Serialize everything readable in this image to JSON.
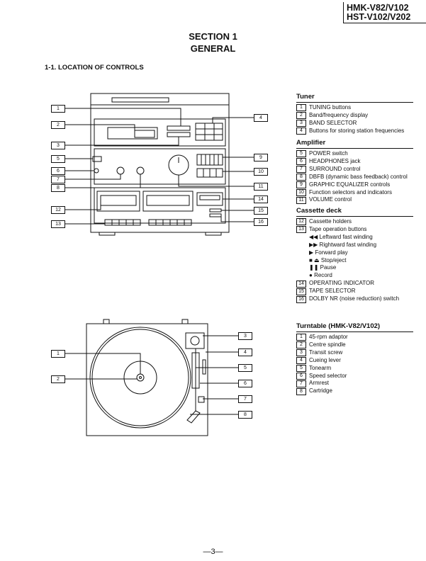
{
  "model": {
    "line1": "HMK-V82/V102",
    "line2": "HST-V102/V202"
  },
  "section": {
    "number": "SECTION 1",
    "title": "GENERAL"
  },
  "subheading": "1-1.  LOCATION OF CONTROLS",
  "tuner": {
    "title": "Tuner",
    "items": [
      {
        "n": "1",
        "t": "TUNING buttons"
      },
      {
        "n": "2",
        "t": "Band/frequency display"
      },
      {
        "n": "3",
        "t": "BAND SELECTOR"
      },
      {
        "n": "4",
        "t": "Buttons for storing station frequencies"
      }
    ]
  },
  "amplifier": {
    "title": "Amplifier",
    "items": [
      {
        "n": "5",
        "t": "POWER switch"
      },
      {
        "n": "6",
        "t": "HEADPHONES jack"
      },
      {
        "n": "7",
        "t": "SURROUND control"
      },
      {
        "n": "8",
        "t": "DBFB (dynamic bass feedback) control"
      },
      {
        "n": "9",
        "t": "GRAPHIC EQUALIZER controls"
      },
      {
        "n": "10",
        "t": "Function selectors and indicators"
      },
      {
        "n": "11",
        "t": "VOLUME control"
      }
    ]
  },
  "cassette": {
    "title": "Cassette deck",
    "items_a": [
      {
        "n": "12",
        "t": "Cassette holders"
      },
      {
        "n": "13",
        "t": "Tape operation buttons"
      }
    ],
    "sub": [
      {
        "sym": "◀◀",
        "t": "Leftward fast winding"
      },
      {
        "sym": "▶▶",
        "t": "Rightward fast winding"
      },
      {
        "sym": "▶",
        "t": "Forward play"
      },
      {
        "sym": "■ ⏏",
        "t": "Stop/eject"
      },
      {
        "sym": "❚❚",
        "t": "Pause"
      },
      {
        "sym": "●",
        "t": "Record"
      }
    ],
    "items_b": [
      {
        "n": "14",
        "t": "OPERATING INDICATOR"
      },
      {
        "n": "15",
        "t": "TAPE SELECTOR"
      },
      {
        "n": "16",
        "t": "DOLBY NR (noise reduction) switch"
      }
    ]
  },
  "turntable": {
    "title": "Turntable (HMK-V82/V102)",
    "items": [
      {
        "n": "1",
        "t": "45-rpm adaptor"
      },
      {
        "n": "2",
        "t": "Centre spindle"
      },
      {
        "n": "3",
        "t": "Transit screw"
      },
      {
        "n": "4",
        "t": "Cueing lever"
      },
      {
        "n": "5",
        "t": "Tonearm"
      },
      {
        "n": "6",
        "t": "Speed selector"
      },
      {
        "n": "7",
        "t": "Armrest"
      },
      {
        "n": "8",
        "t": "Cartridge"
      }
    ]
  },
  "stereo_callouts": [
    "1",
    "2",
    "3",
    "4",
    "5",
    "6",
    "7",
    "8",
    "9",
    "10",
    "11",
    "12",
    "13",
    "14",
    "15",
    "16"
  ],
  "turntable_callouts": [
    "1",
    "2",
    "3",
    "4",
    "5",
    "6",
    "7",
    "8"
  ],
  "page_number": "—3—"
}
